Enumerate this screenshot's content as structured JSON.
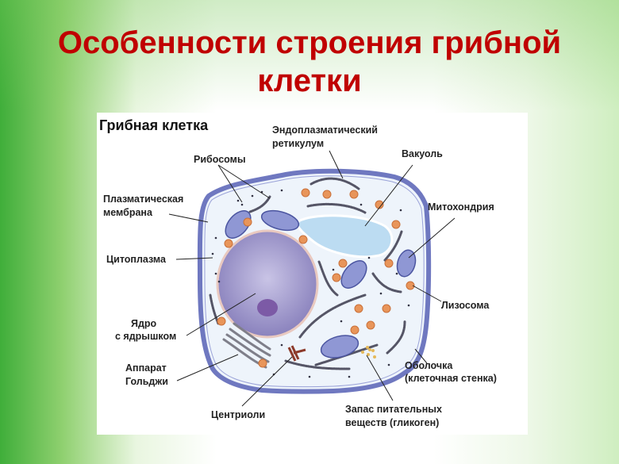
{
  "slide": {
    "title_line1": "Особенности строения грибной",
    "title_line2": "клетки"
  },
  "diagram": {
    "title": "Грибная клетка",
    "labels": {
      "er_1": "Эндоплазматический",
      "er_2": "ретикулум",
      "ribosomes": "Рибосомы",
      "vacuole": "Вакуоль",
      "membrane_1": "Плазматическая",
      "membrane_2": "мембрана",
      "mitochondria": "Митохондрия",
      "cytoplasm": "Цитоплазма",
      "lysosome": "Лизосома",
      "nucleus_1": "Ядро",
      "nucleus_2": "с ядрышком",
      "wall_1": "Оболочка",
      "wall_2": "(клеточная стенка)",
      "golgi_1": "Аппарат",
      "golgi_2": "Гольджи",
      "centrioles": "Центриоли",
      "glycogen_1": "Запас питательных",
      "glycogen_2": "веществ (гликоген)"
    },
    "colors": {
      "title": "#c00000",
      "cell_wall": "#6f78c0",
      "cytoplasm": "#eef4fb",
      "nucleus": "#9a93c8",
      "vacuole": "#bcdcf2"
    }
  }
}
